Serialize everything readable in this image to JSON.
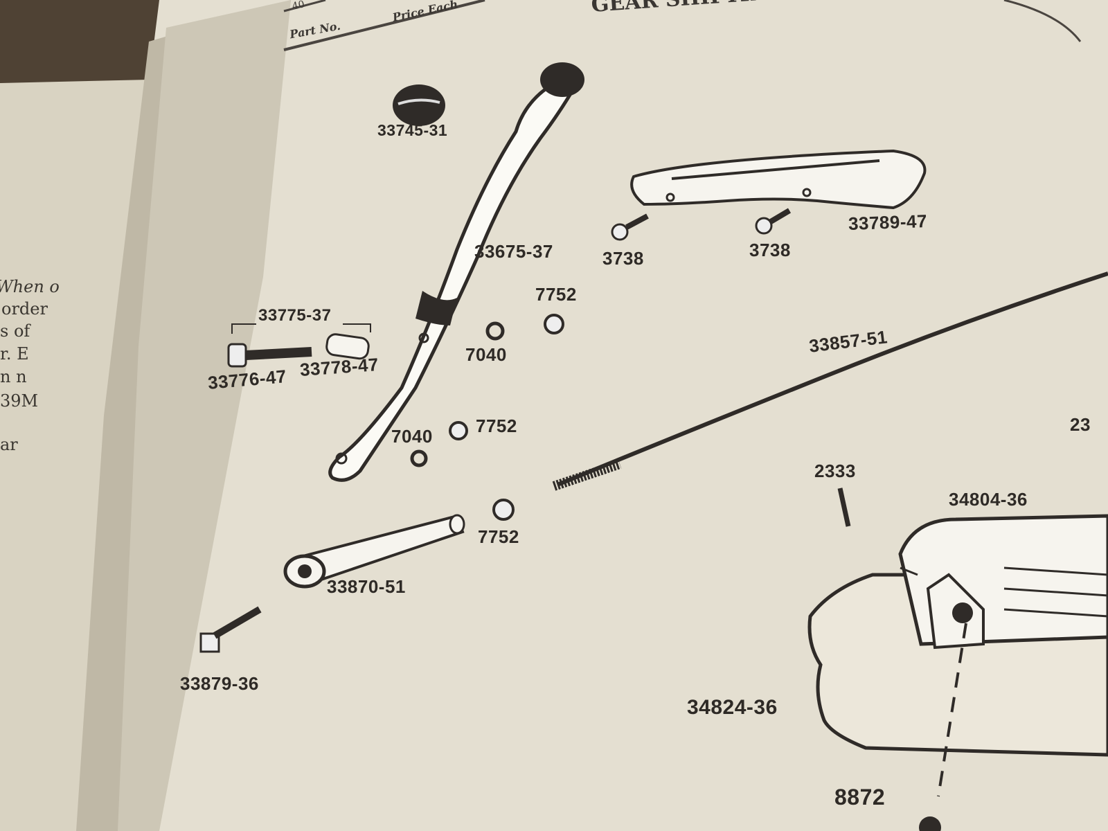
{
  "header": {
    "page_number": "40",
    "col_part_no": "Part No.",
    "col_price_each": "Price Each",
    "title": "GEAR SHIFTING PARTS — Continued"
  },
  "left_page_fragments": [
    "When o",
    "order",
    "s of",
    "r. E",
    "n n",
    "39M",
    "ar"
  ],
  "parts": {
    "knob": "33745-31",
    "lever": "33675-37",
    "bolt_a": "3738",
    "bolt_b": "3738",
    "plate": "33789-47",
    "nut_top": "7752",
    "assembly_bracket": "33775-37",
    "washer_top": "7040",
    "rod": "33857-51",
    "bolt_long": "33776-47",
    "bushing": "33778-47",
    "washer_low": "7040",
    "nut_mid": "7752",
    "partial_right": "23",
    "screw": "2333",
    "cover": "34804-36",
    "nut_low": "7752",
    "link": "33870-51",
    "stud": "33879-36",
    "gasket": "34824-36",
    "plug": "8872"
  }
}
